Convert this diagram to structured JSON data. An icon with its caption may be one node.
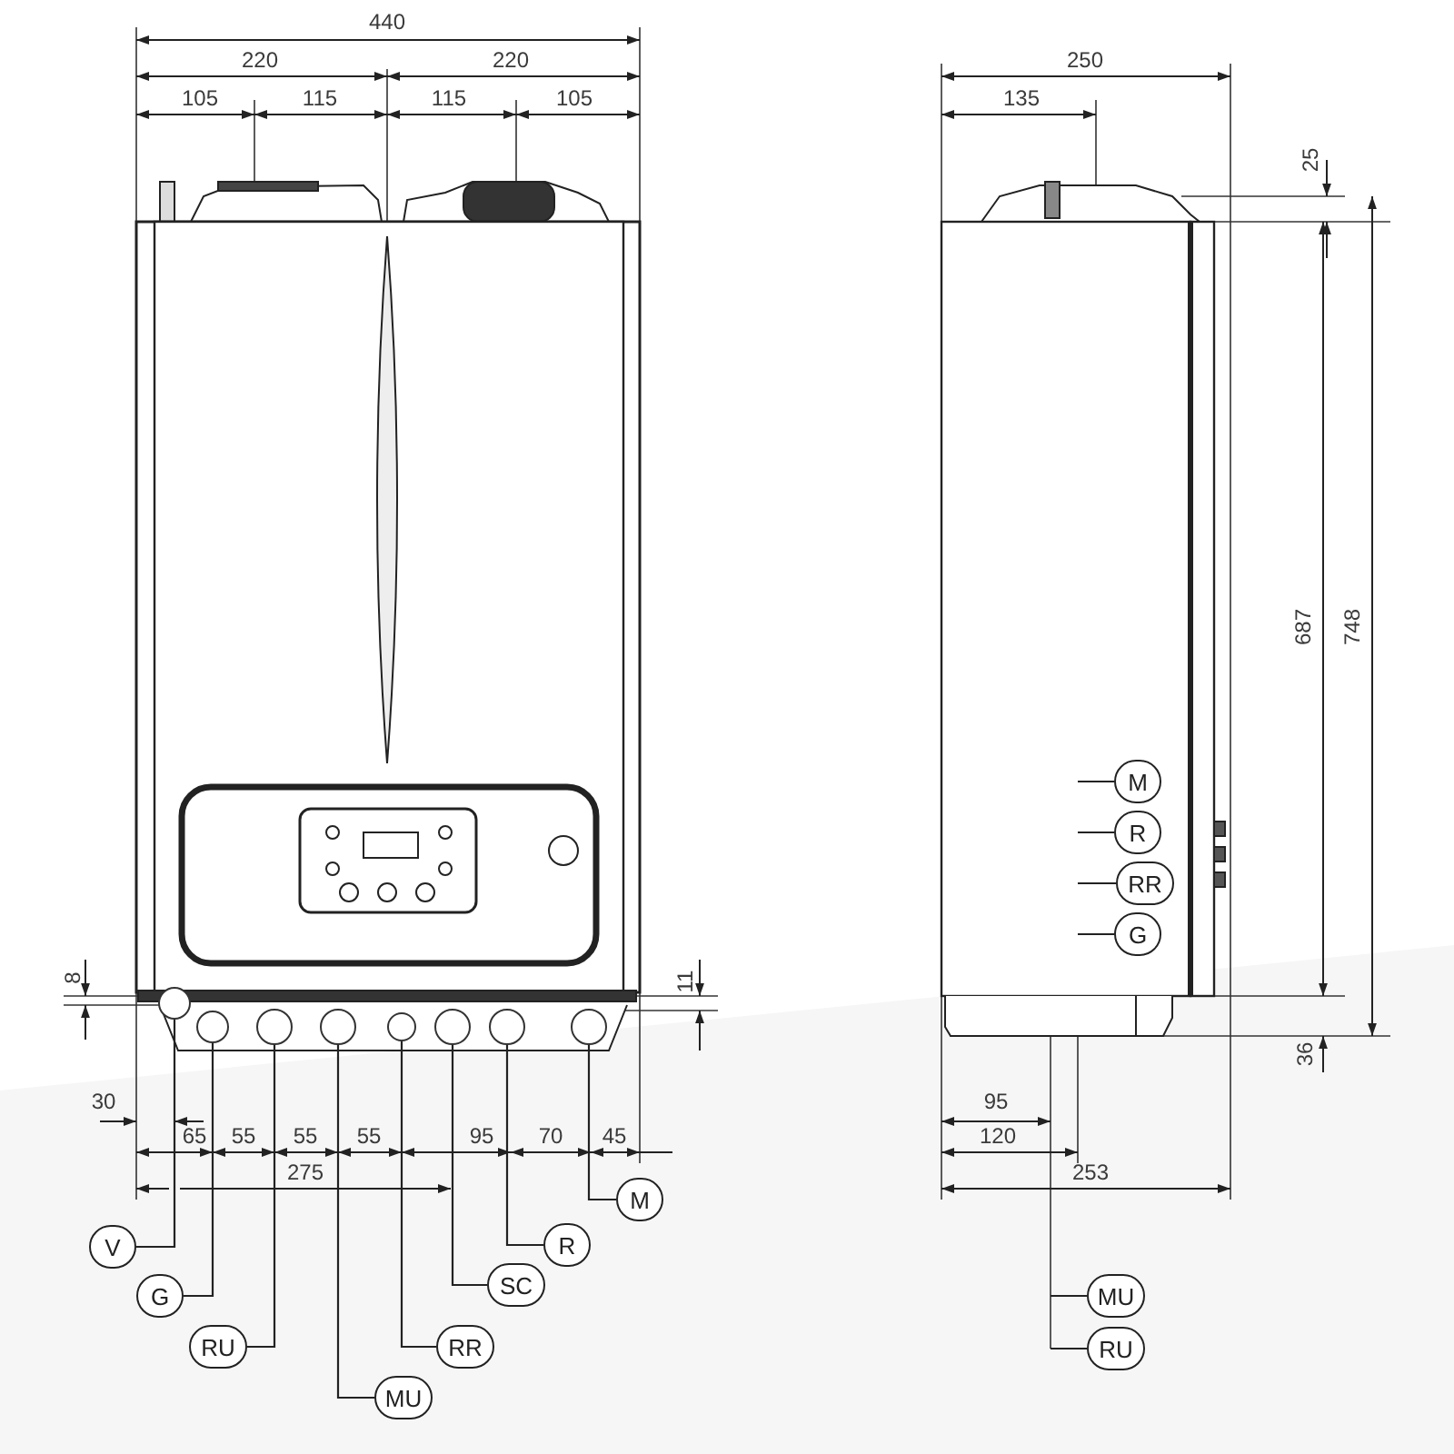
{
  "diagram": {
    "nodes": [
      {
        "text": [
          "V"
        ]
      },
      {
        "text": [
          "G"
        ]
      },
      {
        "text": [
          "RU"
        ]
      },
      {
        "text": [
          "MU"
        ]
      },
      {
        "text": [
          "RR"
        ]
      },
      {
        "text": [
          "SC"
        ]
      },
      {
        "text": [
          "R"
        ]
      },
      {
        "text": [
          "M"
        ]
      },
      {
        "text": [],
        "shape": "circle"
      },
      {
        "text": [],
        "shape": "circle"
      },
      {
        "text": [],
        "shape": "circle"
      },
      {
        "text": [],
        "shape": "circle"
      },
      {
        "text": [],
        "shape": "circle"
      },
      {
        "text": [],
        "shape": "circle"
      },
      {
        "text": [],
        "shape": "circle"
      },
      {
        "text": [],
        "shape": "circle"
      },
      {
        "text": [
          "M"
        ]
      },
      {
        "text": [
          "R"
        ]
      },
      {
        "text": [
          "RR"
        ]
      },
      {
        "text": [
          "G"
        ]
      },
      {
        "text": [
          "MU"
        ]
      },
      {
        "text": [
          "RU"
        ]
      }
    ],
    "edges": [
      {
        "from": 0,
        "to": 8,
        "arrow": "none"
      },
      {
        "from": 1,
        "to": 9,
        "arrow": "none"
      },
      {
        "from": 2,
        "to": 10,
        "arrow": "none"
      },
      {
        "from": 3,
        "to": 11,
        "arrow": "none"
      },
      {
        "from": 4,
        "to": 12,
        "arrow": "none"
      },
      {
        "from": 5,
        "to": 13,
        "arrow": "none"
      },
      {
        "from": 6,
        "to": 14,
        "arrow": "none"
      },
      {
        "from": 7,
        "to": 15,
        "arrow": "none"
      },
      {
        "from": 16,
        "to": null,
        "arrow": "none"
      },
      {
        "from": 17,
        "to": null,
        "arrow": "none"
      },
      {
        "from": 18,
        "to": null,
        "arrow": "none"
      },
      {
        "from": 19,
        "to": null,
        "arrow": "none"
      },
      {
        "from": 20,
        "to": null,
        "arrow": "none"
      },
      {
        "from": 21,
        "to": null,
        "arrow": "none"
      }
    ],
    "labels": [
      "440",
      "220",
      "220",
      "105",
      "115",
      "115",
      "105",
      "250",
      "135",
      "25",
      "687",
      "748",
      "8",
      "11",
      "36",
      "30",
      "65",
      "55",
      "55",
      "55",
      "95",
      "70",
      "45",
      "95",
      "120",
      "275",
      "253"
    ]
  }
}
